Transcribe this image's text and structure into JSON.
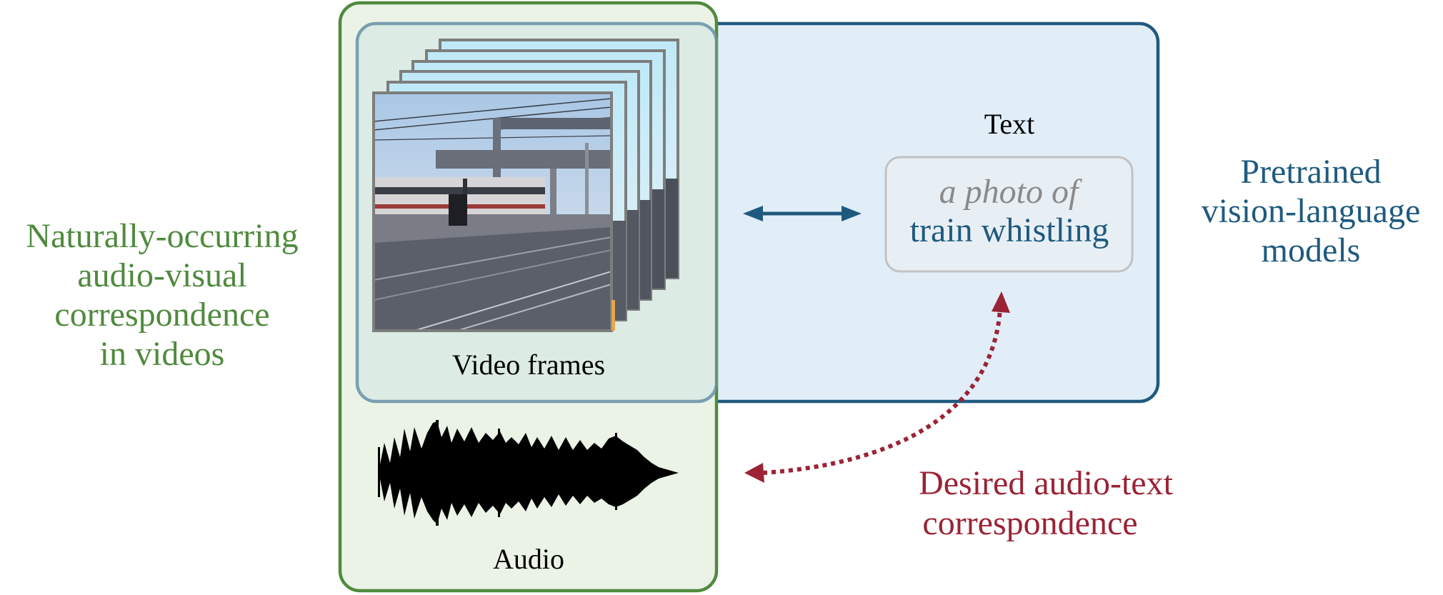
{
  "left_caption": {
    "lines": [
      "Naturally-occurring",
      "audio-visual",
      "correspondence",
      "in videos"
    ],
    "color": "#4f8a3d"
  },
  "right_caption": {
    "lines": [
      "Pretrained",
      "vision-language",
      "models"
    ],
    "color": "#1f5a7e"
  },
  "video_frames": {
    "label": "Video frames",
    "count": 6
  },
  "audio": {
    "label": "Audio"
  },
  "text_panel": {
    "heading": "Text",
    "prompt_prefix": "a photo of",
    "prompt_class": "train whistling",
    "prefix_color": "#8a8a8a",
    "class_color": "#1f5a7e"
  },
  "desired": {
    "lines": [
      "Desired audio-text",
      "correspondence"
    ],
    "color": "#9b2335"
  },
  "colors": {
    "green_border": "#4f8a3d",
    "green_fill": "#ebf3e7",
    "blue_border": "#1f5a7e",
    "blue_fill": "#e1eef8",
    "inner_border": "#7a9fb0",
    "overlap_fill": "#dcebe3",
    "text_box_border": "#c2c2c2",
    "frame_border": "#7d7d7d",
    "waveform": "#000000"
  },
  "icons": {
    "solid_arrow": "double-headed-arrow",
    "dotted_arrow": "dotted-curved-double-arrow"
  }
}
